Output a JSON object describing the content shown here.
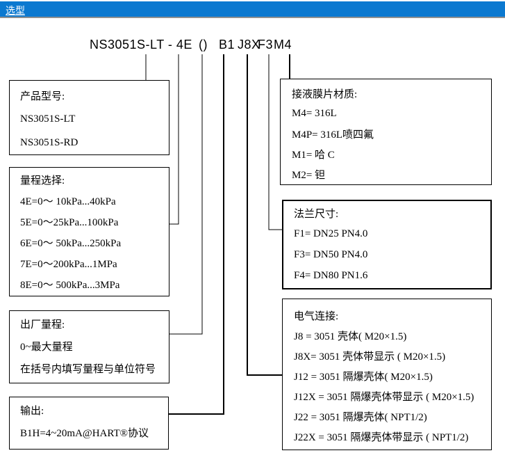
{
  "header": {
    "title": "选型"
  },
  "model_code": {
    "base": "NS3051S-LT - 4E",
    "bracket": "()",
    "output": "B1",
    "electrical": "J8X",
    "flange": "F3",
    "diaphragm": "M4"
  },
  "boxes": {
    "product_model": {
      "title": "产品型号:",
      "lines": [
        "NS3051S-LT",
        "NS3051S-RD"
      ]
    },
    "range_selection": {
      "title": "量程选择:",
      "lines": [
        "4E=0～ 10kPa...40kPa",
        "5E=0～25kPa...100kPa",
        "6E=0～ 50kPa...250kPa",
        "7E=0～200kPa...1MPa",
        "8E=0～ 500kPa...3MPa"
      ]
    },
    "factory_range": {
      "title": "出厂量程:",
      "lines": [
        "0~最大量程",
        "在括号内填写量程与单位符号"
      ]
    },
    "output": {
      "title": "输出:",
      "lines": [
        "B1H=4~20mA@HART®协议"
      ]
    },
    "diaphragm_material": {
      "title": "接液膜片材质:",
      "lines": [
        "M4= 316L",
        "M4P= 316L喷四氟",
        "M1= 哈 C",
        "M2= 钽"
      ]
    },
    "flange_size": {
      "title": "法兰尺寸:",
      "lines": [
        "F1= DN25 PN4.0",
        "F3= DN50 PN4.0",
        "F4= DN80 PN1.6"
      ]
    },
    "electrical_connection": {
      "title": "电气连接:",
      "lines": [
        "J8 = 3051 壳体( M20×1.5)",
        "J8X= 3051 壳体带显示 ( M20×1.5)",
        "J12 = 3051 隔爆壳体( M20×1.5)",
        "J12X = 3051 隔爆壳体带显示 ( M20×1.5)",
        "J22 = 3051 隔爆壳体( NPT1/2)",
        "J22X = 3051 隔爆壳体带显示 ( NPT1/2)"
      ]
    }
  },
  "colors": {
    "header_bg": "#0b79d0",
    "header_text": "#ffffff",
    "line": "#000000",
    "border": "#000000"
  }
}
